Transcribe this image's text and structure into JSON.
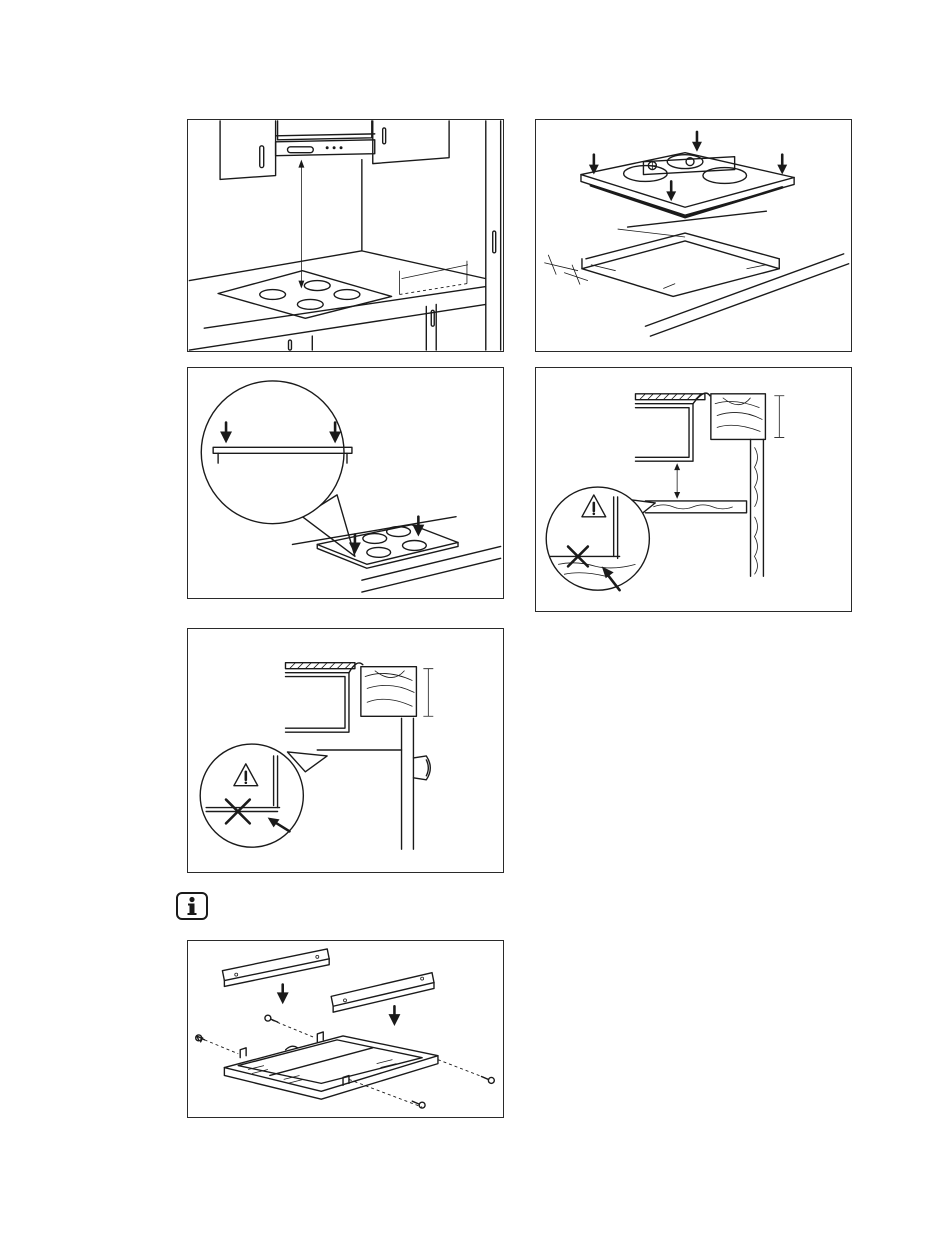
{
  "figures": [
    {
      "id": "p1",
      "name": "hood-clearance-figure"
    },
    {
      "id": "p2",
      "name": "cutout-dimensions-figure"
    },
    {
      "id": "p3",
      "name": "hob-insertion-figure"
    },
    {
      "id": "p4",
      "name": "drawer-clearance-figure"
    },
    {
      "id": "p5",
      "name": "oven-clearance-figure"
    },
    {
      "id": "p6",
      "name": "mounting-brackets-figure"
    }
  ],
  "info_icon": {
    "icon": "info-icon",
    "glyph": "i"
  },
  "colors": {
    "line": "#1a1a1a",
    "background": "#ffffff"
  }
}
